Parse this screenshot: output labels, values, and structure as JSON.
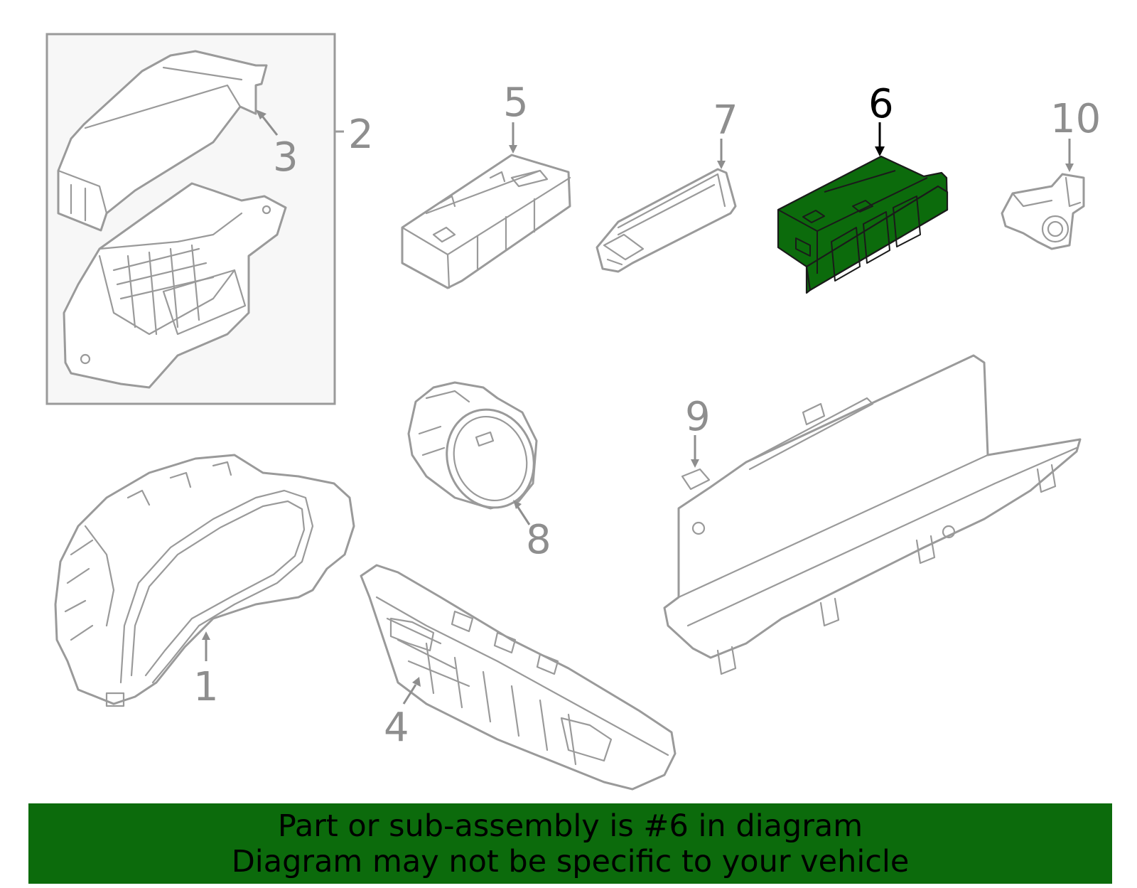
{
  "diagram": {
    "callouts": {
      "c1": "1",
      "c2": "2",
      "c3": "3",
      "c4": "4",
      "c5": "5",
      "c6": "6",
      "c7": "7",
      "c8": "8",
      "c9": "9",
      "c10": "10"
    },
    "highlighted_part": "6",
    "highlight_color": "#0c6b0c",
    "line_color": "#9a9a9a"
  },
  "banner": {
    "line1": "Part or sub-assembly is #6 in diagram",
    "line2": "Diagram may not be specific to your vehicle",
    "color": "#0c6b0c"
  }
}
